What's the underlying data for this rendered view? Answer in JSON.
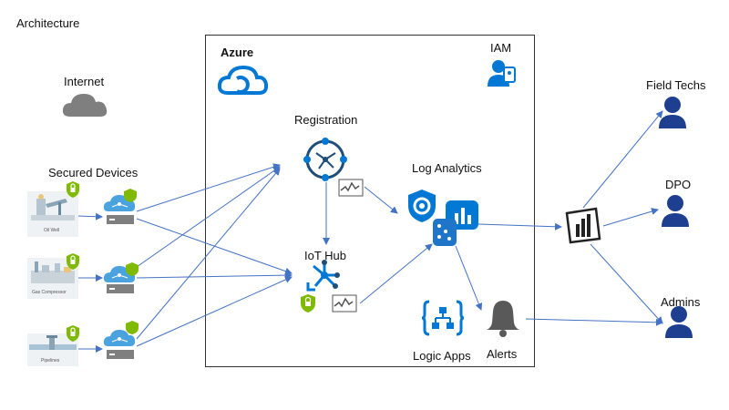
{
  "title": "Architecture",
  "internet": {
    "label": "Internet"
  },
  "secured_devices": {
    "label": "Secured Devices",
    "items": [
      {
        "caption": "Oil Well",
        "icon": "oil-well-icon"
      },
      {
        "caption": "Gas Compressor",
        "icon": "gas-compressor-icon"
      },
      {
        "caption": "Pipelines",
        "icon": "pipeline-icon"
      }
    ]
  },
  "azure": {
    "label": "Azure",
    "iam_label": "IAM",
    "registration_label": "Registration",
    "iot_hub_label": "IoT Hub",
    "log_analytics_label": "Log Analytics",
    "logic_apps_label": "Logic Apps",
    "alerts_label": "Alerts"
  },
  "roles": {
    "field_techs": "Field Techs",
    "dpo": "DPO",
    "admins": "Admins"
  },
  "colors": {
    "azure_blue": "#0078d4",
    "shield_green": "#7fba00",
    "role_navy": "#1e3f8f",
    "arrow_blue": "#4472c4",
    "cloud_gray": "#7f7f7f"
  }
}
